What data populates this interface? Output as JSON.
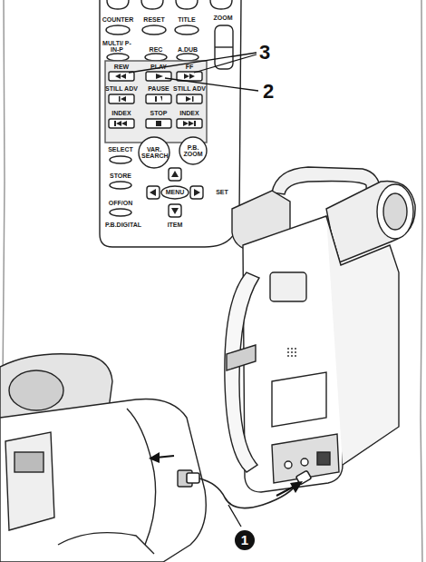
{
  "diagram": {
    "labels": [
      "COUNTER",
      "RESET",
      "TITLE",
      "ZOOM",
      "MULTI/ P-IN-P",
      "REC",
      "A.DUB",
      "REW",
      "PLAY",
      "FF",
      "STILL ADV",
      "PAUSE",
      "STILL ADV",
      "INDEX",
      "STOP",
      "INDEX",
      "SELECT",
      "VAR. SEARCH",
      "P.B. ZOOM",
      "STORE",
      "MENU",
      "SET",
      "ITEM",
      "OFF/ON",
      "P.B.DIGITAL",
      "3",
      "2",
      "1"
    ]
  }
}
